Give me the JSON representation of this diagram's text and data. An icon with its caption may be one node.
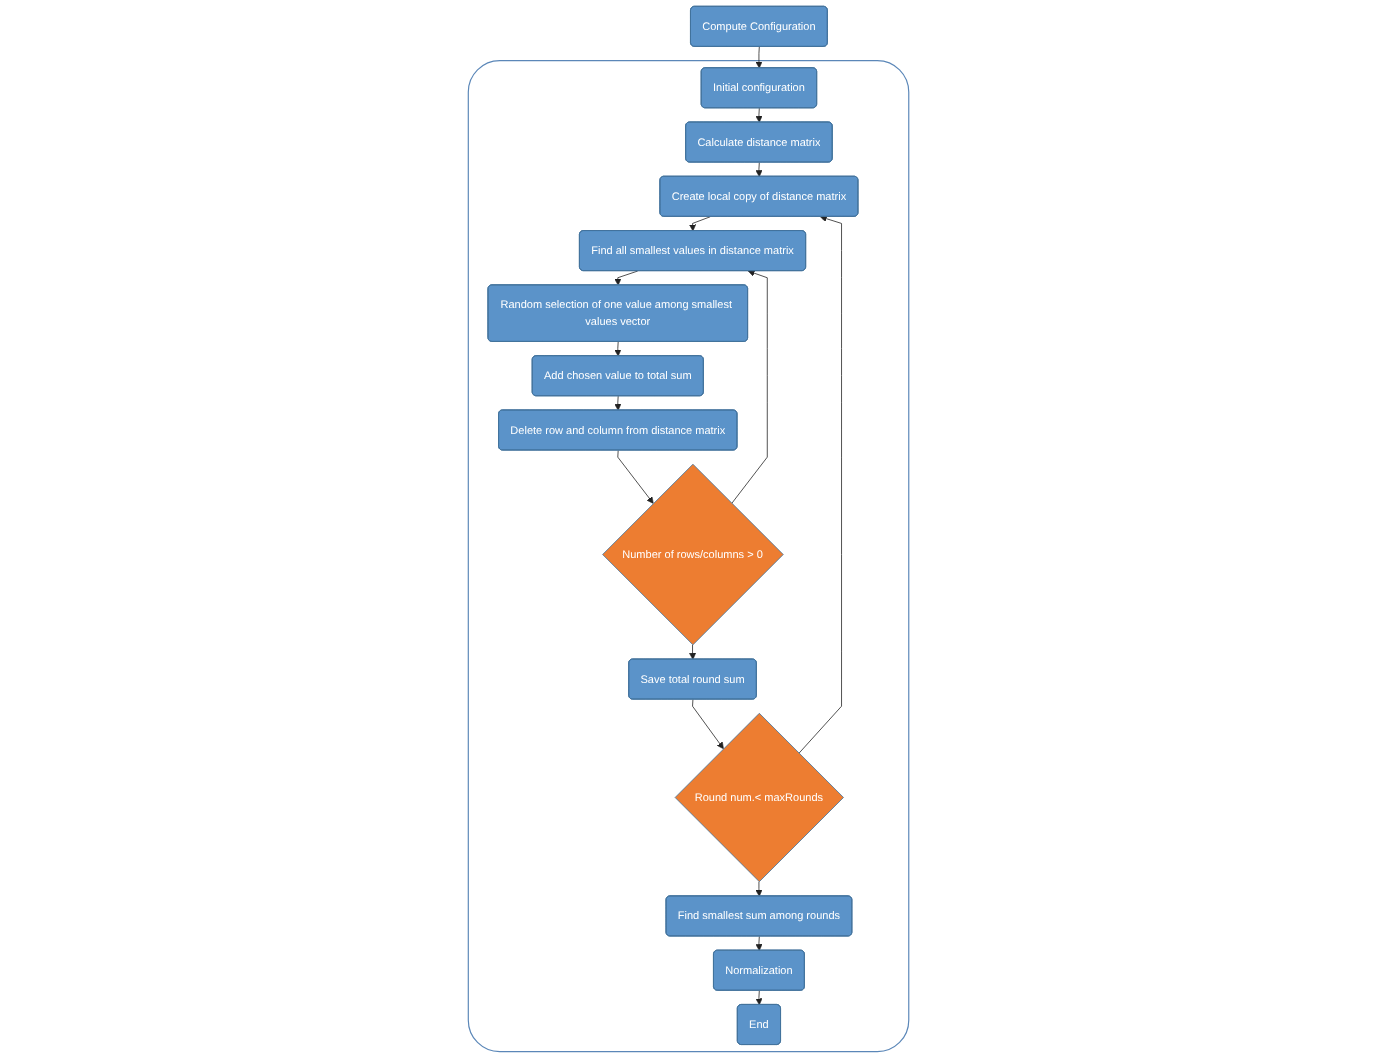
{
  "diagram": {
    "nodes": [
      {
        "text": [
          "Compute Configuration"
        ]
      },
      {
        "text": [],
        "shape": "box"
      },
      {
        "text": [
          "Initial configuration"
        ],
        "in": 1
      },
      {
        "text": [
          "Calculate distance matrix"
        ],
        "in": 1
      },
      {
        "text": [
          "Create local copy of distance matrix"
        ],
        "in": 1
      },
      {
        "text": [
          "Find all smallest values in distance matrix"
        ],
        "in": 1
      },
      {
        "text": [
          "Random selection of one value among smallest values vector"
        ],
        "in": 1
      },
      {
        "text": [
          "Add chosen value to total sum"
        ],
        "in": 1
      },
      {
        "text": [
          "Delete row and column from distance matrix"
        ],
        "in": 1
      },
      {
        "text": [
          "Number of rows/columns > 0"
        ],
        "in": 1
      },
      {
        "text": [
          "Save total round sum"
        ],
        "in": 1
      },
      {
        "text": [
          "Round num.< maxRounds"
        ],
        "in": 1
      },
      {
        "text": [
          "Find smallest sum among rounds"
        ],
        "in": 1
      },
      {
        "text": [
          "Normalization"
        ],
        "in": 1
      },
      {
        "text": [
          "End"
        ],
        "in": 1
      }
    ],
    "edges": [
      {
        "from": 0,
        "to": 2,
        "arrow": "to"
      },
      {
        "from": 2,
        "to": 3,
        "arrow": "to"
      },
      {
        "from": 3,
        "to": 4,
        "arrow": "to"
      },
      {
        "from": 4,
        "to": 5,
        "arrow": "to"
      },
      {
        "from": 5,
        "to": 6,
        "arrow": "to"
      },
      {
        "from": 6,
        "to": 7,
        "arrow": "to"
      },
      {
        "from": 7,
        "to": 8,
        "arrow": "to"
      },
      {
        "from": 8,
        "to": 9,
        "arrow": "to"
      },
      {
        "from": 9,
        "to": 5,
        "arrow": "to"
      },
      {
        "from": 9,
        "to": 10,
        "arrow": "to"
      },
      {
        "from": 10,
        "to": 11,
        "arrow": "to"
      },
      {
        "from": 11,
        "to": 4,
        "arrow": "to"
      },
      {
        "from": 11,
        "to": 12,
        "arrow": "to"
      },
      {
        "from": 12,
        "to": 13,
        "arrow": "to"
      },
      {
        "from": 13,
        "to": 14,
        "arrow": "to"
      }
    ]
  }
}
